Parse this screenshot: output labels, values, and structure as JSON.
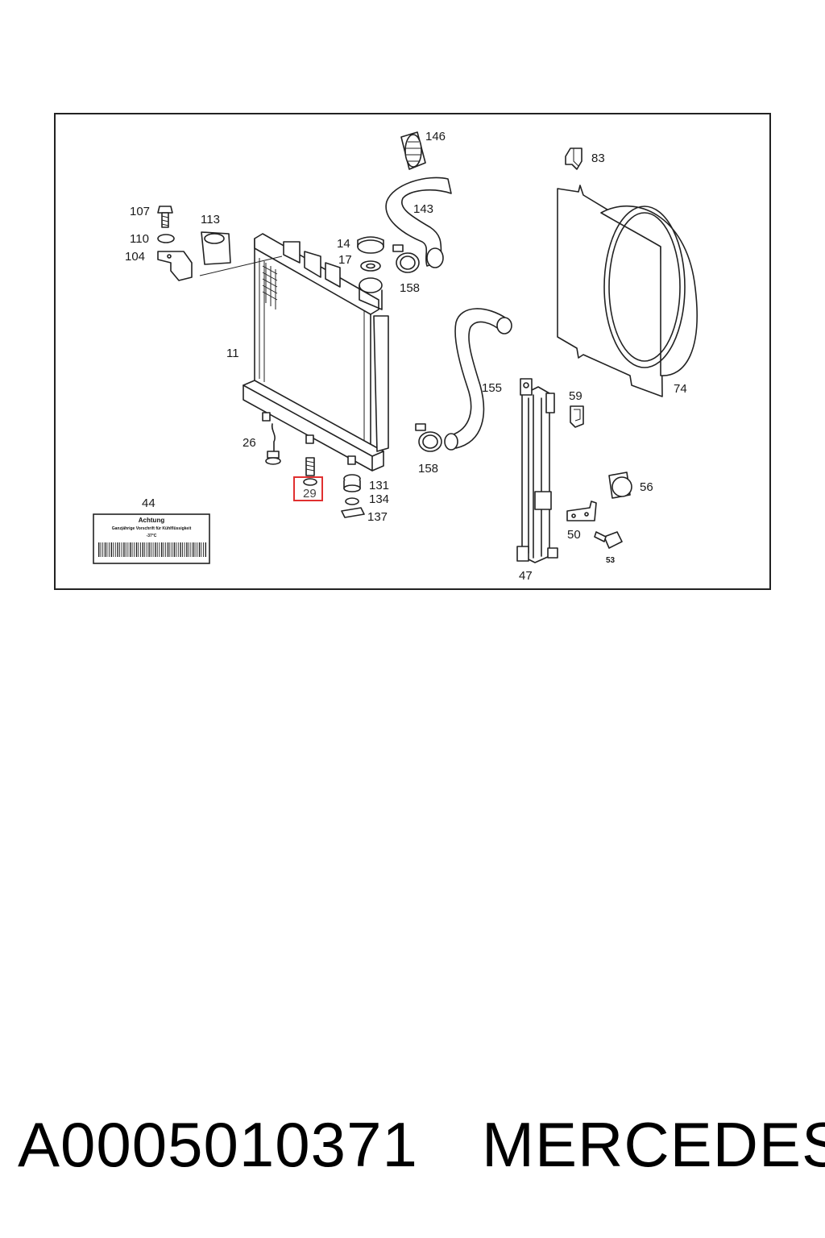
{
  "diagram": {
    "callouts": {
      "c146": "146",
      "c83": "83",
      "c143": "143",
      "c107": "107",
      "c113": "113",
      "c110": "110",
      "c104": "104",
      "c14": "14",
      "c17": "17",
      "c158a": "158",
      "c11": "11",
      "c155": "155",
      "c59": "59",
      "c74": "74",
      "c26": "26",
      "c158b": "158",
      "c131": "131",
      "c134": "134",
      "c137": "137",
      "c56": "56",
      "c44": "44",
      "c50": "50",
      "c53": "53",
      "c47": "47"
    },
    "highlighted_callout": "29",
    "highlight_color": "#e03030",
    "warning_label": {
      "title": "Achtung",
      "line1": "Ganzjährige Vorschrift für Kühlflüssigkeit",
      "line2": "-37°C"
    }
  },
  "footer": {
    "part_number": "A0005010371",
    "brand": "MERCEDES"
  }
}
